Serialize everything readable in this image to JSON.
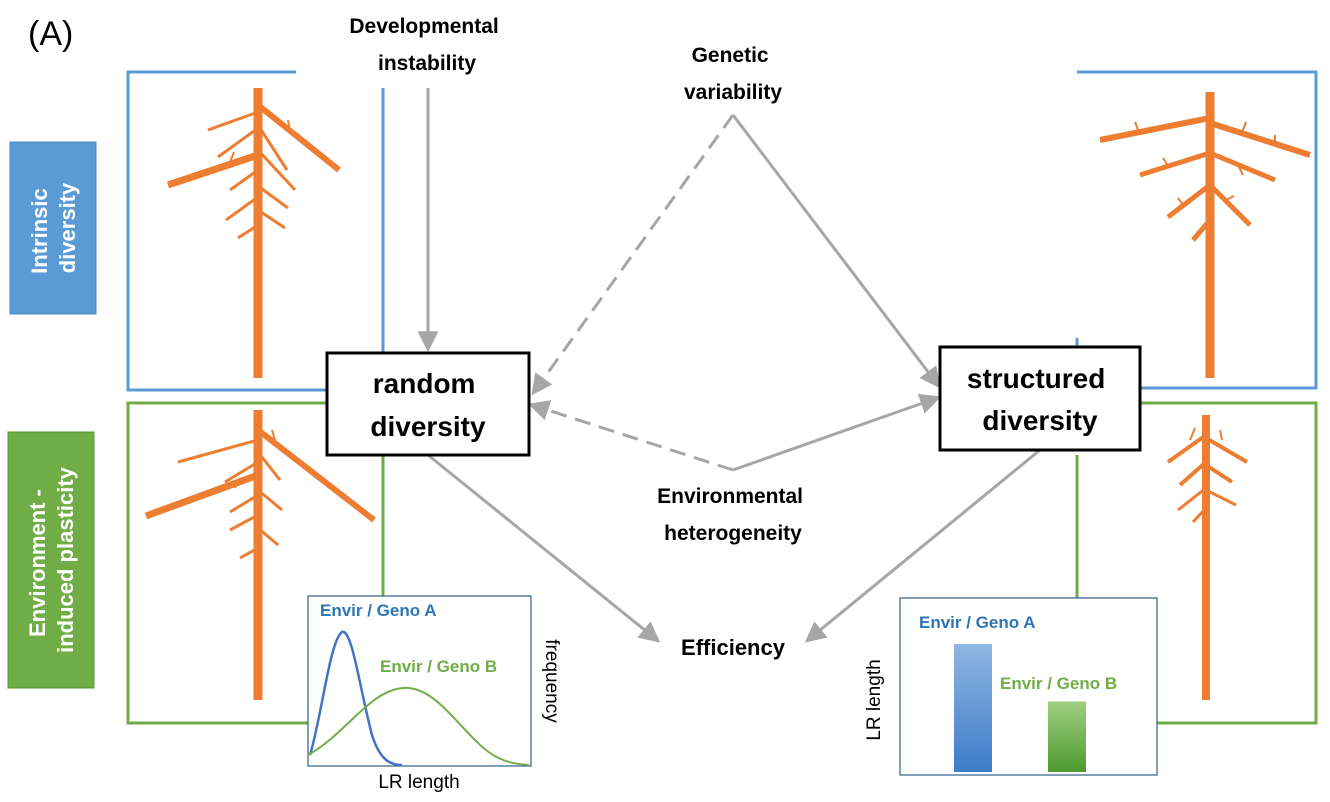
{
  "panel_label": "(A)",
  "row_labels": {
    "intrinsic": [
      "Intrinsic",
      "diversity"
    ],
    "environment": [
      "Environment -",
      "induced plasticity"
    ]
  },
  "drivers": {
    "developmental_instability": [
      "Developmental",
      "instability"
    ],
    "genetic_variability": [
      "Genetic",
      "variability"
    ],
    "environmental_heterogeneity": [
      "Environmental",
      "heterogeneity"
    ]
  },
  "nodes": {
    "random": [
      "random",
      "diversity"
    ],
    "structured": [
      "structured",
      "diversity"
    ],
    "efficiency": "Efficiency"
  },
  "distribution_inset": {
    "series_a": "Envir / Geno A",
    "series_b": "Envir / Geno B",
    "xlabel": "LR length",
    "ylabel": "frequency"
  },
  "bar_inset": {
    "series_a": "Envir / Geno A",
    "series_b": "Envir / Geno B",
    "ylabel": "LR length",
    "values": [
      0.78,
      0.43
    ]
  },
  "colors": {
    "blue_frame": "#5b9bd5",
    "green_frame": "#70ad47",
    "root": "#ed7d31",
    "arrow": "#a6a6a6",
    "label_blue": "#2e75b6",
    "label_green": "#70ad47",
    "curve_a": "#4472c4",
    "curve_b": "#70ad47",
    "inset_border": "#2e5f8a"
  }
}
